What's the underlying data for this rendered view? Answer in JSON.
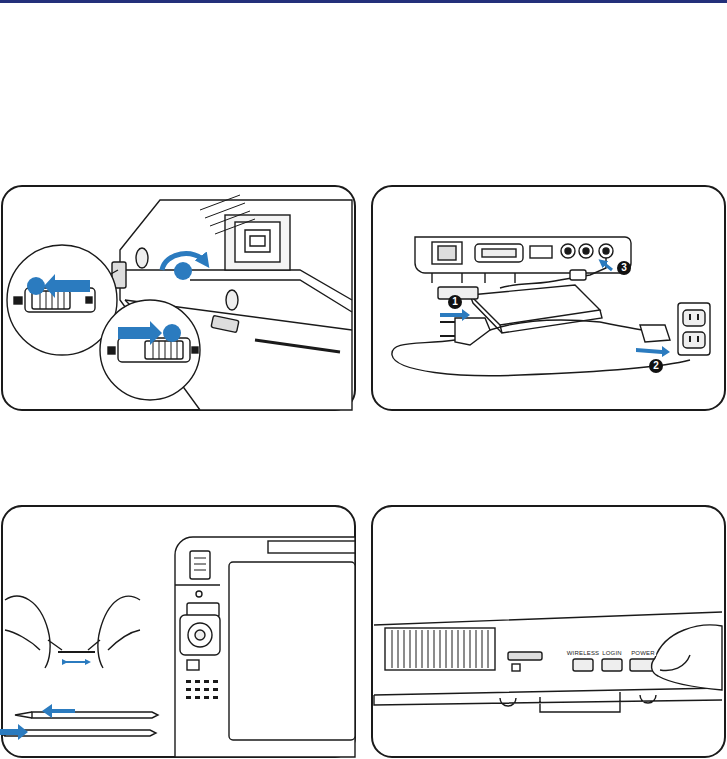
{
  "diagram": {
    "labels": [
      "1",
      "2",
      "3",
      "WIRELESS",
      "LOGIN",
      "POWER"
    ]
  }
}
